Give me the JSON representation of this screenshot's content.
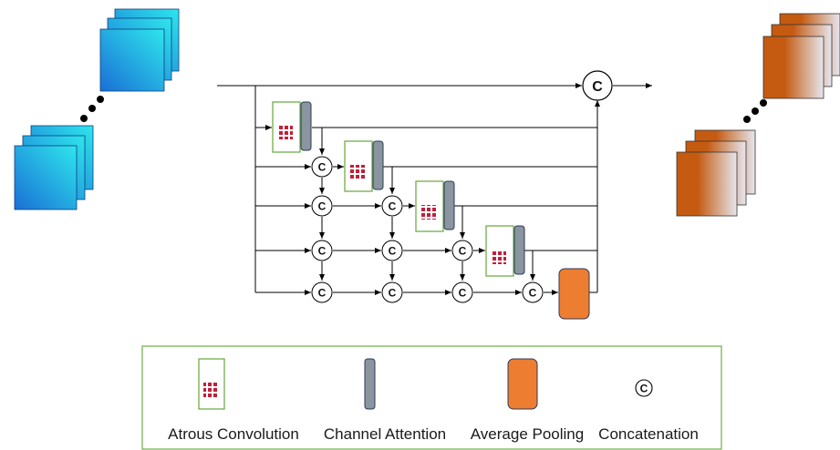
{
  "concat_symbol": "C",
  "legend": {
    "atrous_label": "Atrous Convolution",
    "channel_label": "Channel Attention",
    "pool_label": "Average Pooling",
    "concat_label": "Concatenation"
  },
  "colors": {
    "input_feature_start": "#1a6fd6",
    "input_feature_end": "#2ee6ec",
    "output_feature_start": "#c55a11",
    "output_feature_end": "#e6e6ee",
    "atrous_border": "#70ad47",
    "atrous_kernel": "#c0203a",
    "channel_attention": "#8a95a0",
    "avg_pooling": "#ed7d31",
    "legend_border": "#70ad47",
    "arrow": "#000000"
  },
  "icons": {
    "input": "stacked-blue-feature-maps-icon",
    "output": "stacked-orange-feature-maps-icon"
  }
}
